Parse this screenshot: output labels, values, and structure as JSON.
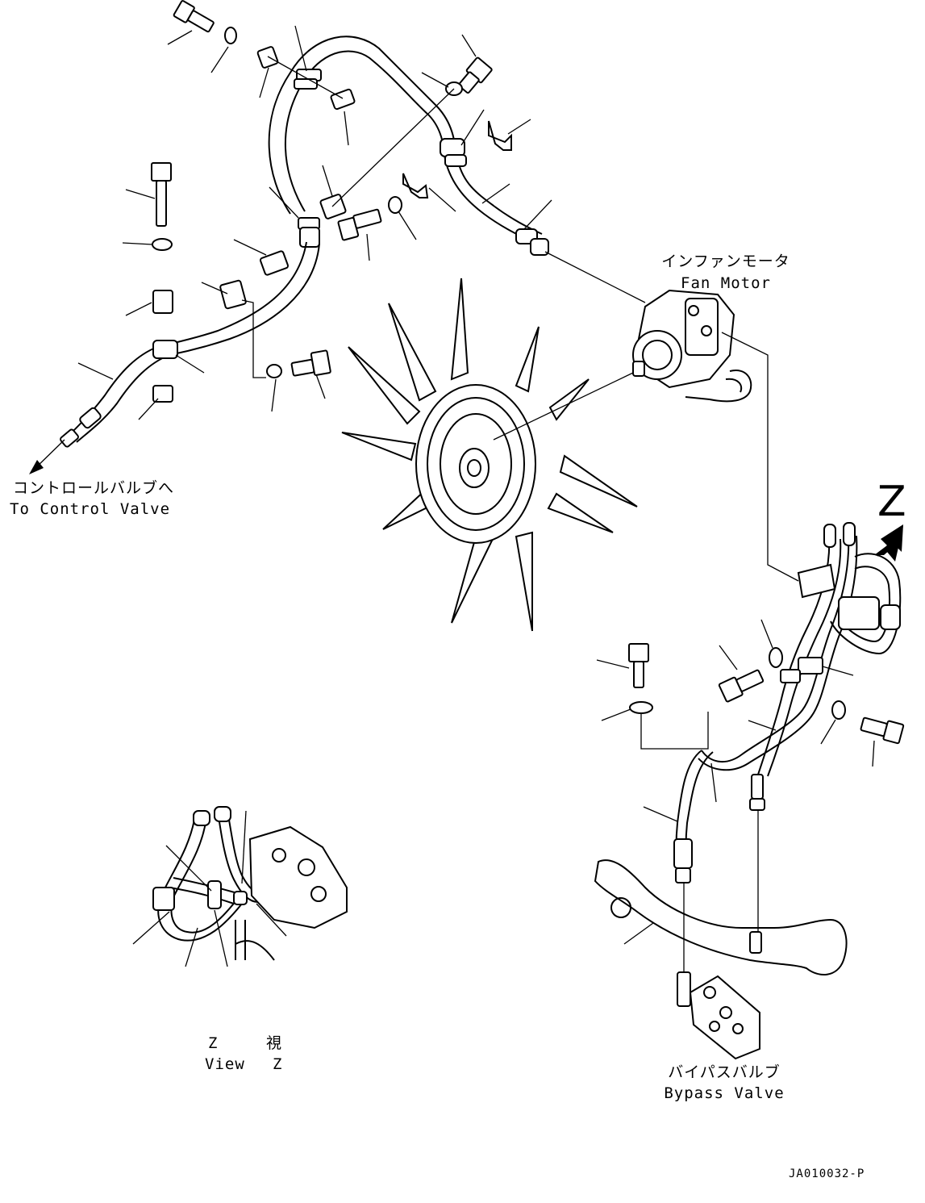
{
  "labels": {
    "fan_motor_jp": "インファンモータ",
    "fan_motor_en": "Fan Motor",
    "control_valve_jp": "コントロールバルブへ",
    "control_valve_en": "To Control Valve",
    "view_letter": "Z",
    "view_z_jp_letter": "Z",
    "view_z_jp_char": "視",
    "view_z_en_word": "View",
    "view_z_en_letter": "Z",
    "bypass_valve_jp": "バイパスバルブ",
    "bypass_valve_en": "Bypass Valve",
    "doc_id": "JA010032-P"
  }
}
